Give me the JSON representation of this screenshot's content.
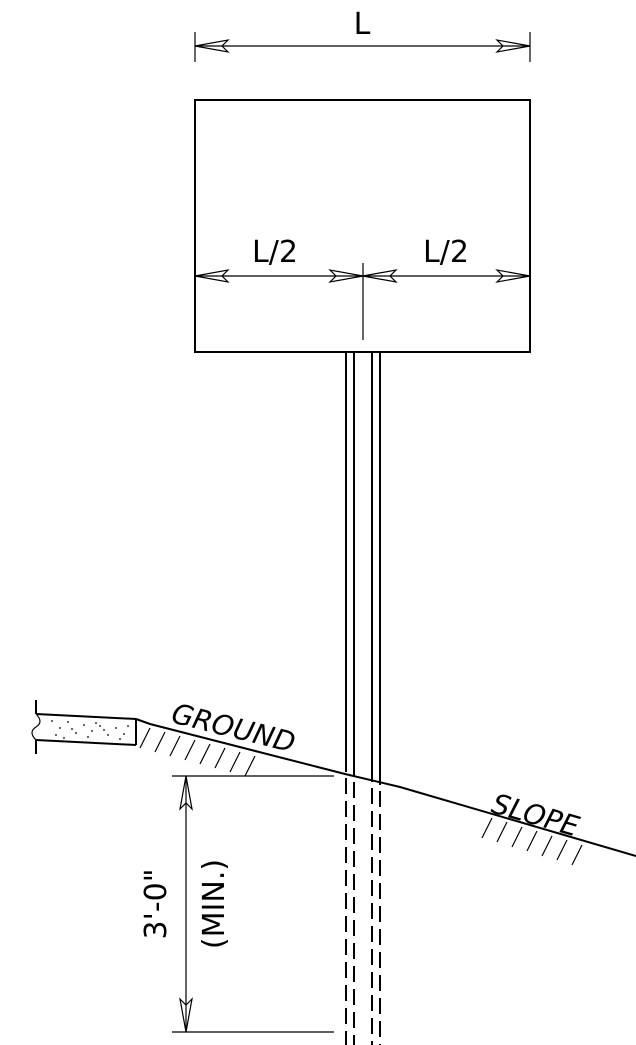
{
  "labels": {
    "sign_length": "L",
    "half_left": "L/2",
    "half_right": "L/2",
    "ground": "GROUND",
    "slope": "SLOPE",
    "embed_depth": "3'-0\"",
    "embed_note": "(MIN.)"
  }
}
